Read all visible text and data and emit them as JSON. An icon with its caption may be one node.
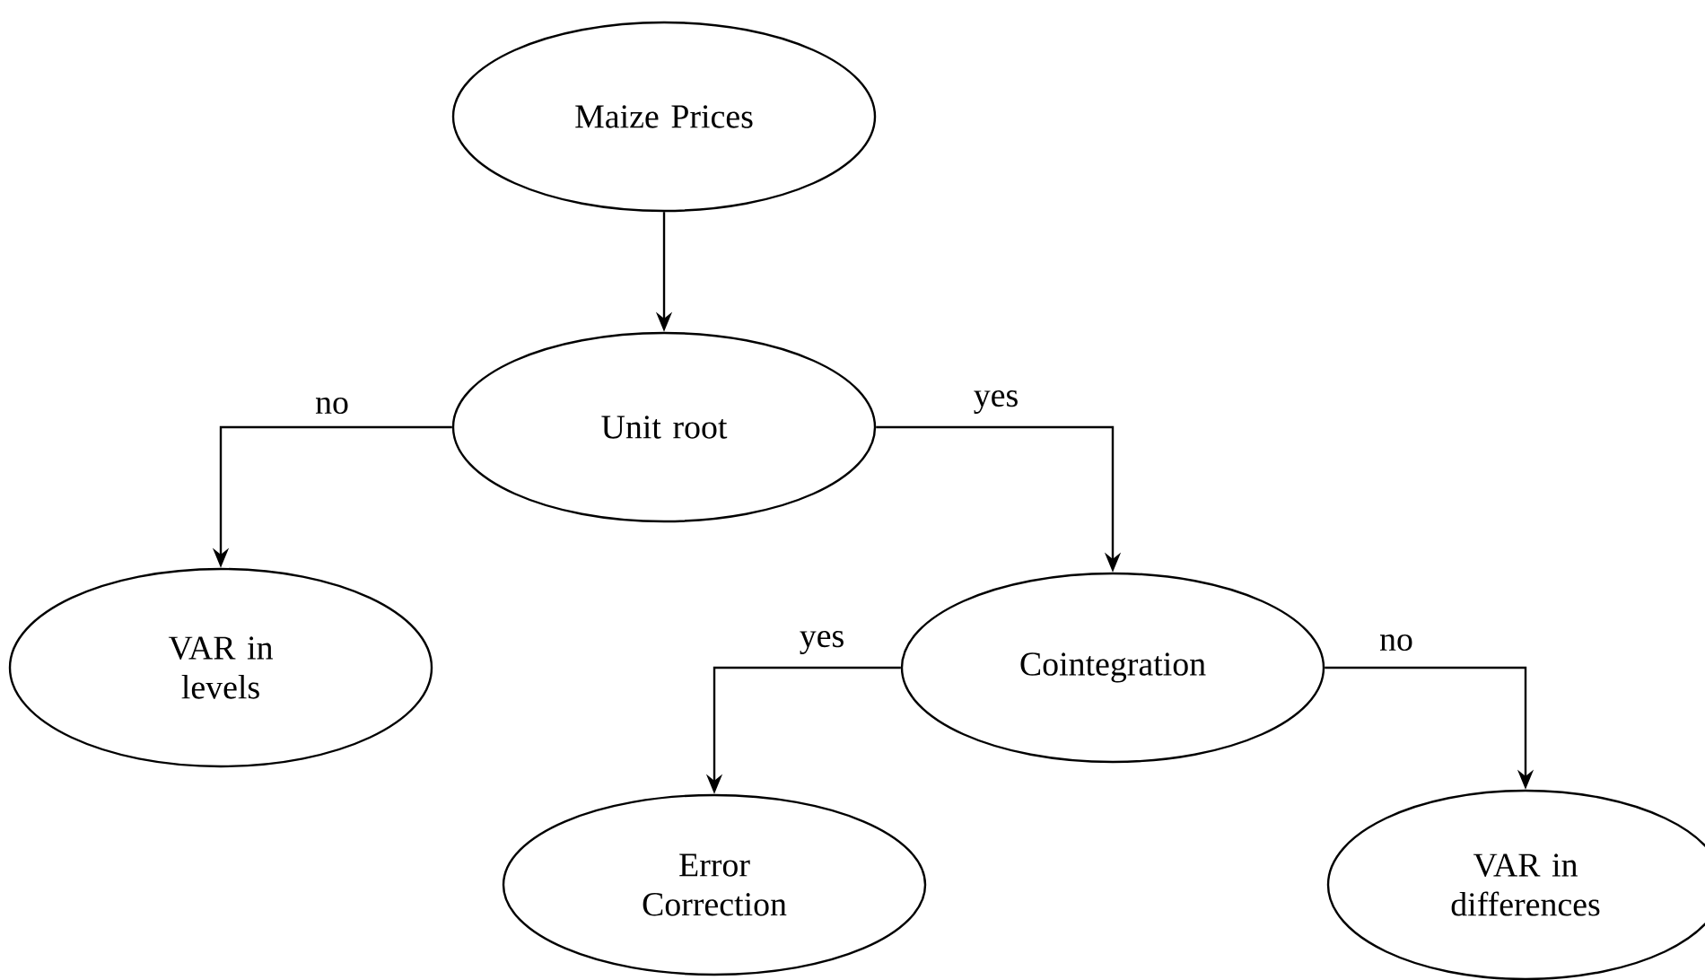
{
  "diagram": {
    "nodes": [
      {
        "text": [
          "Maize Prices"
        ]
      },
      {
        "text": [
          "Unit root"
        ]
      },
      {
        "text": [
          "VAR in levels"
        ]
      },
      {
        "text": [
          "Cointegration"
        ]
      },
      {
        "text": [
          "Error Correction"
        ]
      },
      {
        "text": [
          "VAR in differences"
        ]
      }
    ],
    "edges": [
      {
        "from": 0,
        "to": 1,
        "arrow": "to"
      },
      {
        "from": 1,
        "to": 2,
        "arrow": "to",
        "label": "no"
      },
      {
        "from": 1,
        "to": 3,
        "arrow": "to",
        "label": "yes"
      },
      {
        "from": 3,
        "to": 4,
        "arrow": "to",
        "label": "yes"
      },
      {
        "from": 3,
        "to": 5,
        "arrow": "to",
        "label": "no"
      }
    ]
  }
}
